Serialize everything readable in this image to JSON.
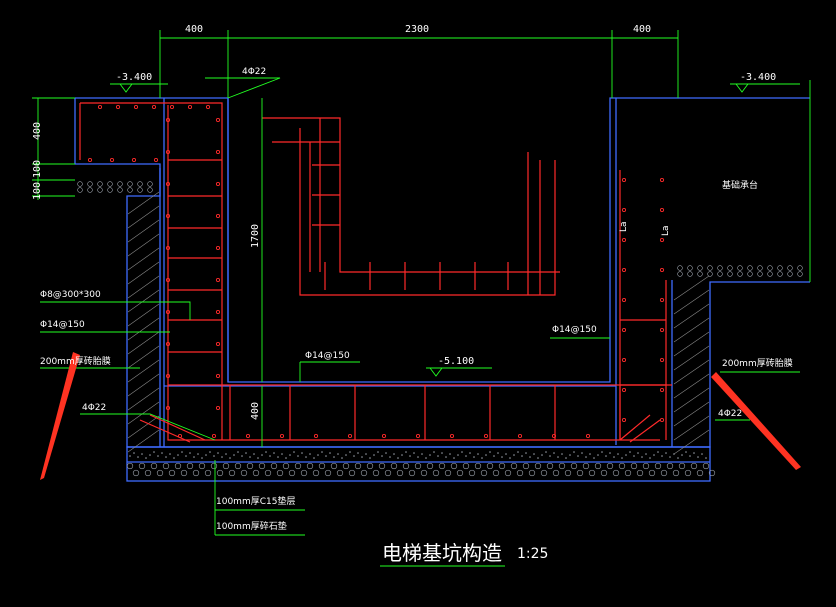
{
  "title": "电梯基坑构造",
  "scale": "1:25",
  "dimensions": {
    "left_wall_width": "400",
    "pit_width": "2300",
    "right_wall_width": "400",
    "pit_depth": "1700",
    "slab_thickness": "400",
    "top_height": "400",
    "layer_100_a": "100",
    "layer_100_b": "100"
  },
  "elevations": {
    "top_left": "-3.400",
    "top_right": "-3.400",
    "pit_bottom": "-5.100"
  },
  "labels": {
    "top_bars": "4Φ22",
    "stirrup": "Φ8@300*300",
    "wall_bars_left": "Φ14@150",
    "waterproof_left": "200mm厚砖胎膜",
    "corner_bars_left": "4Φ22",
    "floor_bars": "Φ14@150",
    "wall_bars_right": "Φ14@150",
    "waterproof_right": "200mm厚砖胎膜",
    "corner_bars_right": "4Φ22",
    "cushion": "100mm厚C15垫层",
    "gravel": "100mm厚碎石垫",
    "pile_cap": "基础承台",
    "anchor_1": "La",
    "anchor_2": "La"
  },
  "colors": {
    "background": "#000000",
    "rebar": "#ff2a2a",
    "outline": "#3f6bff",
    "dimension": "#22ff22",
    "text": "#ffffff",
    "arrow": "#ff3322"
  }
}
